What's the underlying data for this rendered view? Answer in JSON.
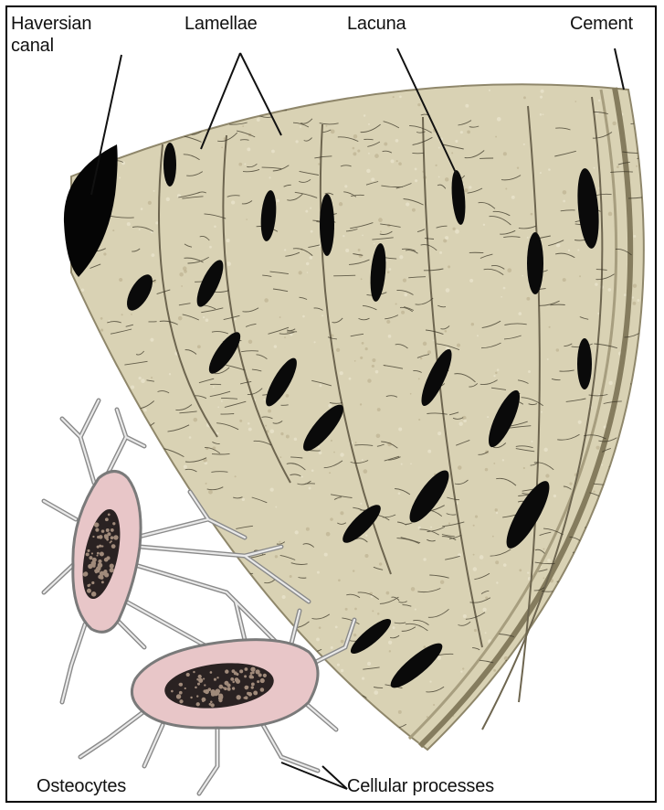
{
  "labels": {
    "haversian_canal": "Haversian\ncanal",
    "lamellae": "Lamellae",
    "lacuna": "Lacuna",
    "cement": "Cement",
    "osteocytes": "Osteocytes",
    "cellular_processes": "Cellular processes"
  },
  "colors": {
    "bone_matrix": "#d9d2b4",
    "bone_dark": "#b9ae8c",
    "lacuna": "#0a0a0a",
    "cell_body": "#e8c6c8",
    "cell_outline": "#7a7a7a",
    "canaliculi": "#3a3526"
  }
}
